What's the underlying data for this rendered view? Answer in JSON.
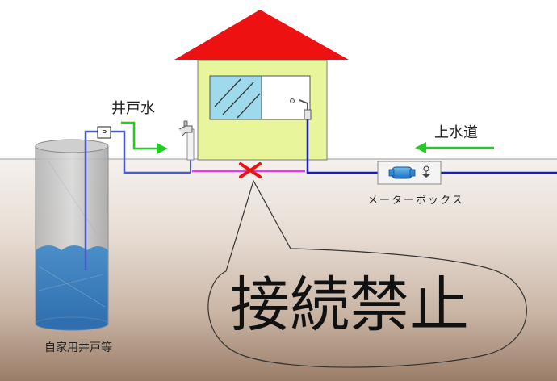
{
  "labels": {
    "well_water": "井戸水",
    "city_water": "上水道",
    "meter_box": "メーターボックス",
    "private_well": "自家用井戸等",
    "pump_mark": "P",
    "prohibition": "接続禁止"
  },
  "colors": {
    "roof": "#ee1111",
    "house_wall": "#e8f59a",
    "well_water_pipe": "#4a5ccc",
    "city_water_pipe": "#1a1acc",
    "connection_pipe": "#e040e0",
    "cross_mark": "#ee1111",
    "arrow": "#22cc22",
    "meter": "#2a8ad8",
    "well_water": "#3f88c8"
  },
  "icons": {
    "cross": "x-mark-icon",
    "faucet": "faucet-icon",
    "pump": "pump-box-icon",
    "meter": "water-meter-icon",
    "arrow": "arrow-right-icon"
  }
}
